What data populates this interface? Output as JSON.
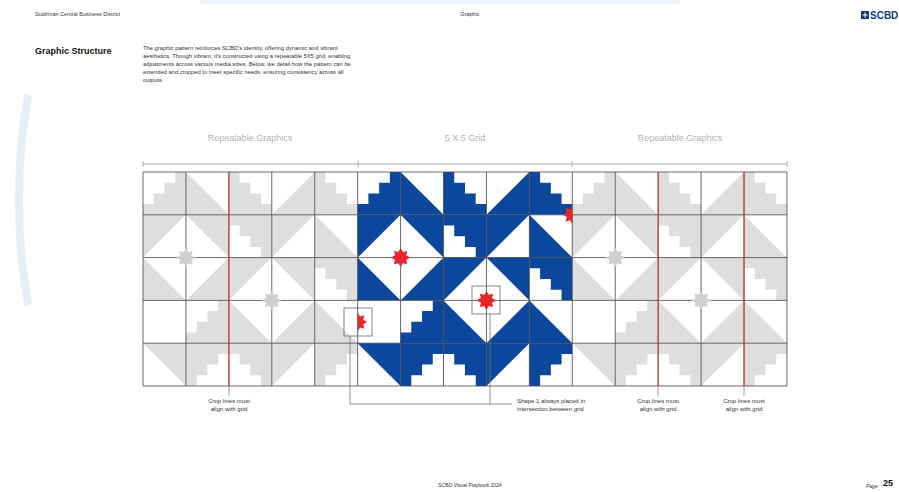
{
  "diagram": {
    "title": "Graphic Structure",
    "labels": [
      "Sudirman Central Business District",
      "Graphic",
      "SCBD",
      "The graphic pattern reinforces SCBD's identity, offering dynamic and vibrant aesthetics. Though vibrant, it's constructed using a repeatable 5X5 grid, enabling adjustments across various media sizes. Below, we detail how the pattern can be extended and cropped to meet specific needs, ensuring consistency across all outputs.",
      "Repeatable Graphics",
      "5 X 5 Grid",
      "Repeatable Graphics",
      "Crop lines must align with grid",
      "Shape 1 always placed in intersection between grid",
      "Crop lines must align with grid",
      "Crop lines must align with grid",
      "SCBD Visual Playbook 2024",
      "Page",
      "25"
    ]
  }
}
